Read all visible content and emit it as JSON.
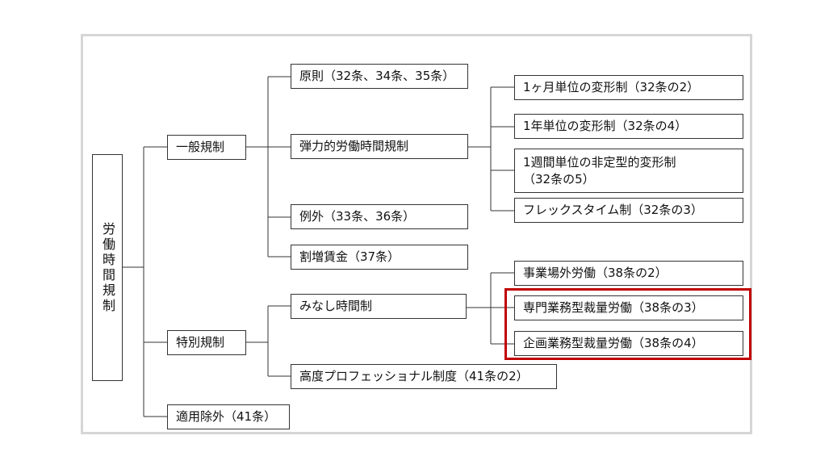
{
  "root": {
    "label": "労働時間規制"
  },
  "level1": {
    "general": "一般規制",
    "special": "特別規制",
    "exempt": "適用除外（41条）"
  },
  "level2": {
    "principle": "原則（32条、34条、35条）",
    "flexible": "弾力的労働時間規制",
    "exception": "例外（33条、36条）",
    "premium": "割増賃金（37条）",
    "deemed": "みなし時間制",
    "professional": "高度プロフェッショナル制度（41条の2）"
  },
  "level3": {
    "monthly": "1ヶ月単位の変形制（32条の2）",
    "yearly": "1年単位の変形制（32条の4）",
    "weekly_line1": "1週間単位の非定型的変形制",
    "weekly_line2": "（32条の5）",
    "flextime": "フレックスタイム制（32条の3）",
    "offsite": "事業場外労働（38条の2）",
    "specialized": "専門業務型裁量労働（38条の3）",
    "planning": "企画業務型裁量労働（38条の4）"
  },
  "colors": {
    "highlight": "#c00000",
    "frame": "#d6d6d6",
    "line": "#333333"
  }
}
